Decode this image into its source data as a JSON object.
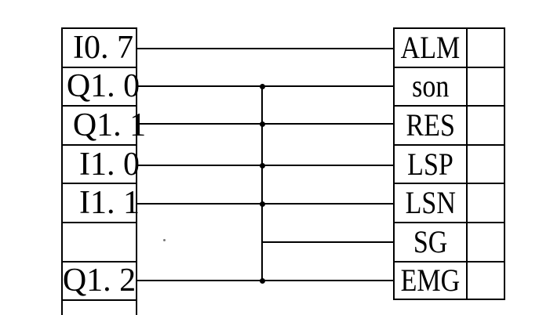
{
  "left_column": {
    "rows": [
      "I0. 7",
      "Q1. 0",
      "Q1. 1",
      "I1. 0",
      "I1. 1",
      "",
      "Q1. 2",
      ""
    ]
  },
  "right_column": {
    "rows": [
      "ALM",
      "son",
      "RES",
      "LSP",
      "LSN",
      "SG",
      "EMG"
    ]
  },
  "connections": [
    {
      "from": "I0. 7",
      "to": "ALM"
    },
    {
      "from": "Q1. 0",
      "to": "son"
    },
    {
      "from": "Q1. 1",
      "to": "RES"
    },
    {
      "from": "I1. 0",
      "to": "LSP"
    },
    {
      "from": "I1. 1",
      "to": "LSN"
    },
    {
      "from": "common-bus",
      "to": "SG"
    },
    {
      "from": "Q1. 2",
      "to": "EMG"
    }
  ],
  "bus": {
    "junction_dot_count": 5
  },
  "colors": {
    "line": "#000000",
    "background": "#ffffff"
  }
}
